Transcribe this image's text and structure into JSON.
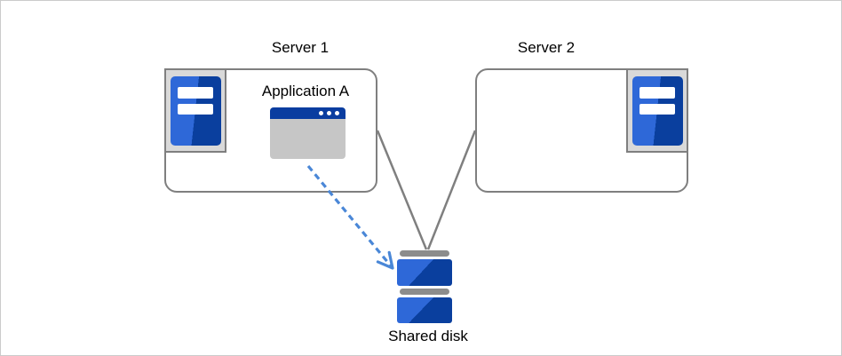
{
  "nodes": {
    "server1": {
      "label": "Server 1"
    },
    "server2": {
      "label": "Server 2"
    },
    "application": {
      "label": "Application A"
    },
    "shared_disk": {
      "label": "Shared disk"
    }
  },
  "icons": {
    "server1": "server-tower-icon",
    "server2": "server-tower-icon",
    "application": "app-window-icon",
    "shared_disk": "disk-stack-icon"
  },
  "edges": [
    {
      "from": "Server 1",
      "to": "Shared disk",
      "style": "solid"
    },
    {
      "from": "Server 2",
      "to": "Shared disk",
      "style": "solid"
    },
    {
      "from": "Application A",
      "to": "Shared disk",
      "style": "dashed-arrow"
    }
  ],
  "colors": {
    "text_color": "#000000",
    "box_border": "#7f7f7f",
    "connector_gray": "#7f7f7f",
    "icon_frame_fill": "#d9d9d9",
    "blue_light": "#2e68d8",
    "blue_dark": "#0a3f9e",
    "window_title_blue": "#0a3da0",
    "window_body_gray": "#c6c6c6",
    "disk_bar_gray": "#8c8c8c",
    "dashed_arrow_blue": "#4a87d7",
    "canvas_border": "#cbcbcb"
  }
}
